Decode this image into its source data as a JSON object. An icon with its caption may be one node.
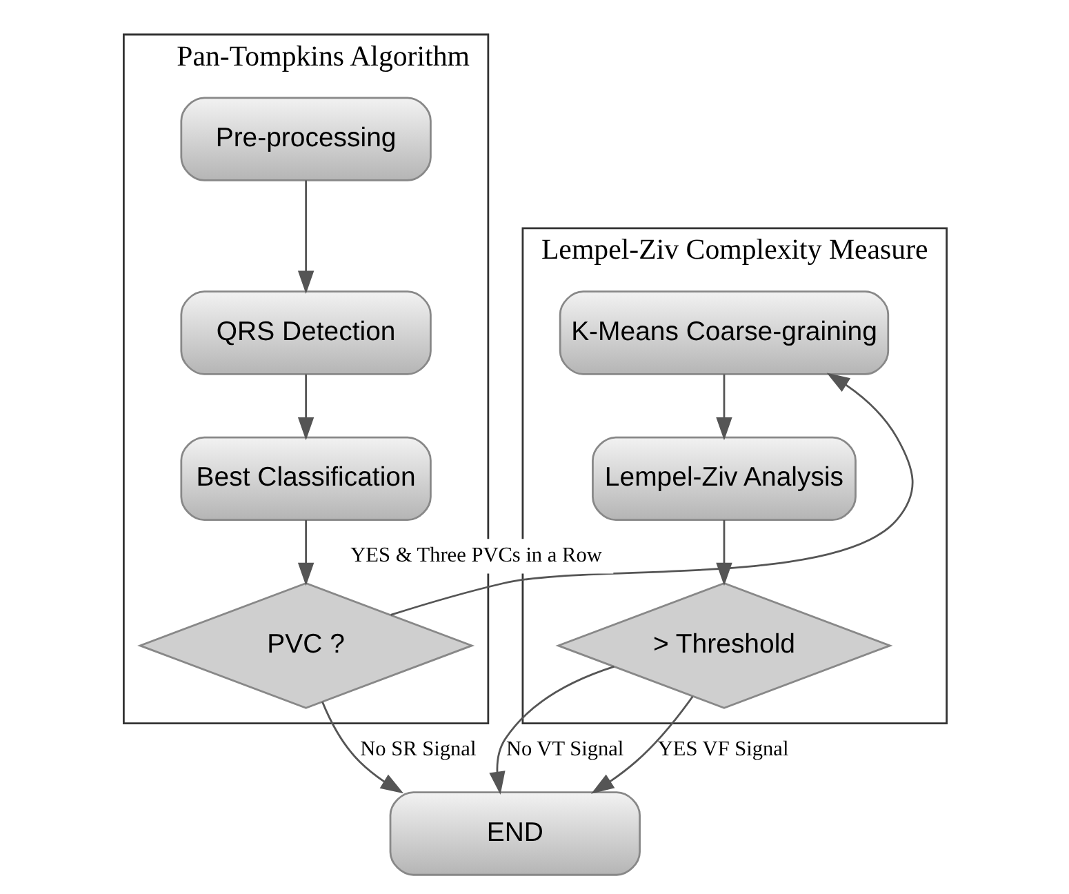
{
  "diagram": {
    "nodes": [
      {
        "text": [
          "Pan-Tompkins Algorithm"
        ]
      },
      {
        "text": [
          "Pre-processing"
        ],
        "in": 0
      },
      {
        "text": [
          "QRS Detection"
        ],
        "in": 0
      },
      {
        "text": [
          "Best Classification"
        ],
        "in": 0
      },
      {
        "text": [
          "PVC ?"
        ],
        "in": 0
      },
      {
        "text": [
          "Lempel-Ziv Complexity Measure"
        ]
      },
      {
        "text": [
          "K-Means Coarse-graining"
        ],
        "in": 5
      },
      {
        "text": [
          "Lempel-Ziv Analysis"
        ],
        "in": 5
      },
      {
        "text": [
          "> Threshold"
        ],
        "in": 5
      },
      {
        "text": [
          "END"
        ]
      }
    ],
    "edges": [
      {
        "from": 1,
        "to": 2,
        "arrow": "to"
      },
      {
        "from": 2,
        "to": 3,
        "arrow": "to"
      },
      {
        "from": 3,
        "to": 4,
        "arrow": "to"
      },
      {
        "from": 4,
        "to": 6,
        "arrow": "to",
        "label": "YES & Three PVCs in a Row"
      },
      {
        "from": 6,
        "to": 7,
        "arrow": "to"
      },
      {
        "from": 7,
        "to": 8,
        "arrow": "to"
      },
      {
        "from": 8,
        "to": 9,
        "arrow": "to",
        "label": "No VT Signal"
      },
      {
        "from": 8,
        "to": 9,
        "arrow": "to",
        "label": "YES VF Signal"
      },
      {
        "from": 4,
        "to": 9,
        "arrow": "to",
        "label": "No SR Signal"
      }
    ]
  }
}
